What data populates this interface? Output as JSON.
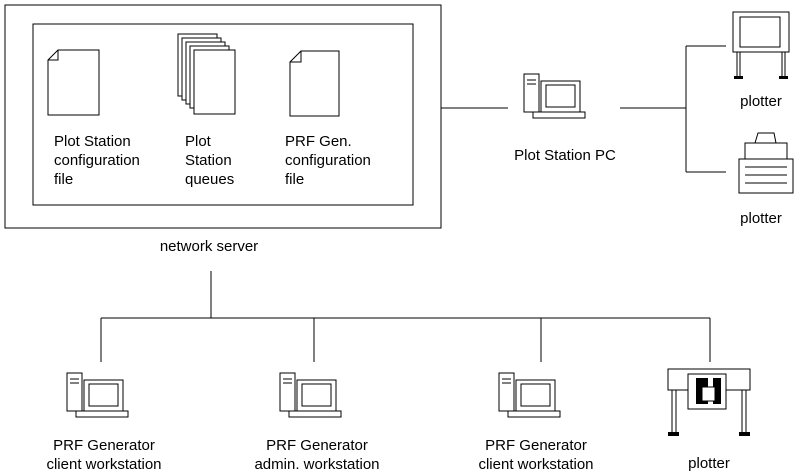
{
  "server": {
    "label": "network server",
    "files": [
      {
        "label": "Plot Station\nconfiguration\nfile",
        "icon": "document-icon"
      },
      {
        "label": "Plot\nStation\nqueues",
        "icon": "document-stack-icon"
      },
      {
        "label": "PRF Gen.\nconfiguration\nfile",
        "icon": "document-icon"
      }
    ]
  },
  "plot_station": {
    "label": "Plot Station PC",
    "icon": "desktop-computer-icon"
  },
  "plotters_right": [
    {
      "label": "plotter",
      "icon": "large-format-plotter-icon"
    },
    {
      "label": "plotter",
      "icon": "desktop-printer-icon"
    }
  ],
  "workstations": [
    {
      "label": "PRF Generator\nclient workstation",
      "icon": "desktop-computer-icon"
    },
    {
      "label": "PRF Generator\nadmin. workstation",
      "icon": "desktop-computer-icon"
    },
    {
      "label": "PRF Generator\nclient workstation",
      "icon": "desktop-computer-icon"
    }
  ],
  "plotter_bottom": {
    "label": "plotter",
    "icon": "large-format-plotter-icon"
  }
}
